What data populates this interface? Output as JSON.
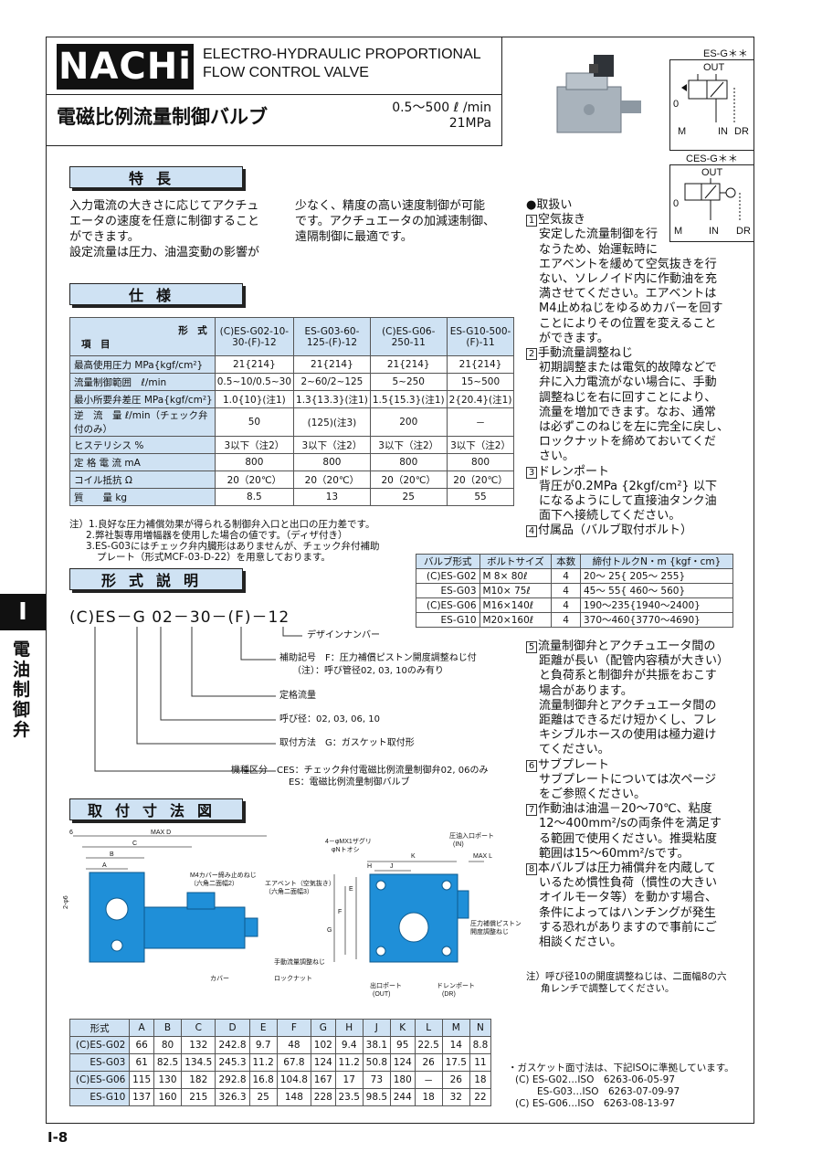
{
  "header": {
    "brand": "NACHi",
    "title_en_line1": "ELECTRO-HYDRAULIC PROPORTIONAL",
    "title_en_line2": "FLOW CONTROL VALVE",
    "title_jp": "電磁比例流量制御バルブ",
    "flow_range": "0.5～500 ℓ /min",
    "pressure": "21MPa"
  },
  "symbols": {
    "es": {
      "label": "ES-G＊＊",
      "out": "OUT",
      "zero": "0",
      "m": "M",
      "in": "IN",
      "dr": "DR"
    },
    "ces": {
      "label": "CES-G＊＊",
      "out": "OUT",
      "zero": "0",
      "m": "M",
      "in": "IN",
      "dr": "DR"
    }
  },
  "features": {
    "heading": "特長",
    "col1_l1": "入力電流の大きさに応じてアクチュ",
    "col1_l2": "エータの速度を任意に制御すること",
    "col1_l3": "ができます。",
    "col1_l4": "設定流量は圧力、油温変動の影響が",
    "col2_l1": "少なく、精度の高い速度制御が可能",
    "col2_l2": "です。アクチュエータの加減速制御、",
    "col2_l3": "遠隔制御に最適です。"
  },
  "specs": {
    "heading": "仕様",
    "hdr_type": "形　式",
    "hdr_item": "項　目",
    "cols": [
      "(C)ES-G02-10-30-(F)-12",
      "ES-G03-60-125-(F)-12",
      "(C)ES-G06-250-11",
      "ES-G10-500-(F)-11"
    ],
    "rows": [
      {
        "label": "最高使用圧力 MPa{kgf/cm²}",
        "v": [
          "21{214}",
          "21{214}",
          "21{214}",
          "21{214}"
        ]
      },
      {
        "label": "流量制御範囲　ℓ/min",
        "v": [
          "0.5~10/0.5~30",
          "2~60/2~125",
          "5~250",
          "15~500"
        ]
      },
      {
        "label": "最小所要弁差圧 MPa{kgf/cm²}",
        "v": [
          "1.0{10}(注1)",
          "1.3{13.3}(注1)",
          "1.5{15.3}(注1)",
          "2{20.4}(注1)"
        ]
      },
      {
        "label": "逆　流　量 ℓ/min（チェック弁付のみ）",
        "v": [
          "50",
          "(125)(注3)",
          "200",
          "－"
        ]
      },
      {
        "label": "ヒステリシス %",
        "v": [
          "3以下（注2）",
          "3以下（注2）",
          "3以下（注2）",
          "3以下（注2）"
        ]
      },
      {
        "label": "定 格 電 流 mA",
        "v": [
          "800",
          "800",
          "800",
          "800"
        ]
      },
      {
        "label": "コイル抵抗 Ω",
        "v": [
          "20（20℃）",
          "20（20℃）",
          "20（20℃）",
          "20（20℃）"
        ]
      },
      {
        "label": "質　　量 kg",
        "v": [
          "8.5",
          "13",
          "25",
          "55"
        ]
      }
    ],
    "note1": "注）1.良好な圧力補償効果が得られる制御弁入口と出口の圧力差です。",
    "note2": "2.弊社製専用増幅器を使用した場合の値です。（ディザ付き）",
    "note3": "3.ES-G03にはチェック弁内臓形はありませんが、チェック弁付補助",
    "note4": "プレート（形式MCF-03-D-22）を用意しております。"
  },
  "model": {
    "heading": "形式説明",
    "code": "(C)ES－G 02－30－(F)－12",
    "design": "デザインナンバー",
    "aux": "補助記号　F：圧力補償ピストン開度調整ねじ付",
    "aux_note": "（注）：呼び管径02, 03, 10のみ有り",
    "rated": "定格流量",
    "size": "呼び径：02, 03, 06, 10",
    "mount": "取付方法　G：ガスケット取付形",
    "type1": "機種区分　CES：チェック弁付電磁比例流量制御弁02, 06のみ",
    "type2": "ES：電磁比例流量制御バルブ"
  },
  "dims": {
    "heading": "取付寸法図",
    "cols": [
      "形式",
      "A",
      "B",
      "C",
      "D",
      "E",
      "F",
      "G",
      "H",
      "J",
      "K",
      "L",
      "M",
      "N"
    ],
    "rows": [
      [
        "(C)ES-G02",
        "66",
        "80",
        "132",
        "242.8",
        "9.7",
        "48",
        "102",
        "9.4",
        "38.1",
        "95",
        "22.5",
        "14",
        "8.8"
      ],
      [
        "ES-G03",
        "61",
        "82.5",
        "134.5",
        "245.3",
        "11.2",
        "67.8",
        "124",
        "11.2",
        "50.8",
        "124",
        "26",
        "17.5",
        "11"
      ],
      [
        "(C)ES-G06",
        "115",
        "130",
        "182",
        "292.8",
        "16.8",
        "104.8",
        "167",
        "17",
        "73",
        "180",
        "－",
        "26",
        "18"
      ],
      [
        "ES-G10",
        "137",
        "160",
        "215",
        "326.3",
        "25",
        "148",
        "228",
        "23.5",
        "98.5",
        "244",
        "18",
        "32",
        "22"
      ]
    ],
    "labels": {
      "maxd": "MAX D",
      "c": "C",
      "b": "B",
      "a": "A",
      "six": "6",
      "twophi": "2-φ6",
      "m4": "M4カバー締み止めねじ",
      "m4sub": "（六角二面幅2）",
      "air": "エアベント（空気抜き）",
      "airsub": "（六角二面幅3）",
      "adj": "手動流量調整ねじ",
      "cover": "カバー",
      "lock": "ロックナット",
      "holes": "4－φMX1ザグリ",
      "holes2": "φNトオシ",
      "inport": "圧油入口ポート",
      "in": "(IN)",
      "outport": "出口ポート",
      "out": "(OUT)",
      "drport": "ドレンポート",
      "dr": "(DR)",
      "piston": "圧力補償ピストン",
      "piston2": "開度調整ねじ",
      "maxl": "MAX L",
      "k": "K",
      "j": "J",
      "h": "H",
      "e": "E",
      "f": "F",
      "g": "G"
    }
  },
  "handling": {
    "title": "●取扱い",
    "i1_num": "1",
    "i1_t": "空気抜き",
    "i1_b": [
      "安定した流量制御を行",
      "なうため、始運転時に",
      "エアベントを緩めて空気抜きを行",
      "ない、ソレノイド内に作動油を充",
      "満させてください。エアベントは",
      "M4止めねじをゆるめカバーを回す",
      "ことによりその位置を変えること",
      "ができます。"
    ],
    "i2_num": "2",
    "i2_t": "手動流量調整ねじ",
    "i2_b": [
      "初期調整または電気的故障などで",
      "弁に入力電流がない場合に、手動",
      "調整ねじを右に回すことにより、",
      "流量を増加できます。なお、通常",
      "は必ずこのねじを左に完全に戻し、",
      "ロックナットを締めておいてくだ",
      "さい。"
    ],
    "i3_num": "3",
    "i3_t": "ドレンポート",
    "i3_b": [
      "背圧が0.2MPa {2kgf/cm²} 以下",
      "になるようにして直接油タンク油",
      "面下へ接続してください。"
    ],
    "i4_num": "4",
    "i4_t": "付属品（バルブ取付ボルト）",
    "i5_num": "5",
    "i5_t": "流量制御弁とアクチュエータ間の",
    "i5_b": [
      "距離が長い（配管内容積が大きい）",
      "と負荷系と制御弁が共振をおこす",
      "場合があります。",
      "流量制御弁とアクチュエータ間の",
      "距離はできるだけ短かくし、フレ",
      "キシブルホースの使用は極力避け",
      "てください。"
    ],
    "i6_num": "6",
    "i6_t": "サブプレート",
    "i6_b": [
      "サブプレートについては次ページ",
      "をご参照ください。"
    ],
    "i7_num": "7",
    "i7_t": "作動油は油温－20～70℃、粘度",
    "i7_b": [
      "12～400mm²/sの両条件を満足す",
      "る範囲で使用ください。推奨粘度",
      "範囲は15～60mm²/sです。"
    ],
    "i8_num": "8",
    "i8_t": "本バルブは圧力補償弁を内蔵して",
    "i8_b": [
      "いるため慣性負荷（慣性の大きい",
      "オイルモータ等）を動かす場合、",
      "条件によってはハンチングが発生",
      "する恐れがありますので事前にご",
      "相談ください。"
    ],
    "note1": "注）呼び径10の開度調整ねじは、二面幅8の六",
    "note2": "角レンチで調整してください。"
  },
  "bolts": {
    "cols": [
      "バルブ形式",
      "ボルトサイズ",
      "本数",
      "締付トルクN・m {kgf・cm}"
    ],
    "rows": [
      [
        "(C)ES-G02",
        "M 8× 80ℓ",
        "4",
        "20～ 25{ 205～ 255}"
      ],
      [
        "ES-G03",
        "M10× 75ℓ",
        "4",
        "45～ 55{ 460～ 560}"
      ],
      [
        "(C)ES-G06",
        "M16×140ℓ",
        "4",
        "190～235{1940～2400}"
      ],
      [
        "ES-G10",
        "M20×160ℓ",
        "4",
        "370～460{3770～4690}"
      ]
    ]
  },
  "gasket": {
    "l1": "・ガスケット面寸法は、下記ISOに準拠しています。",
    "l2": "(C) ES-G02…ISO　6263-06-05-97",
    "l3": "ES-G03…ISO　6263-07-09-97",
    "l4": "(C) ES-G06…ISO　6263-08-13-97"
  },
  "side": {
    "tab": "I",
    "text": "電油制御弁"
  },
  "page": "I-8",
  "colors": {
    "accent": "#cfe2f3",
    "valve_blue": "#1f8fd8"
  }
}
